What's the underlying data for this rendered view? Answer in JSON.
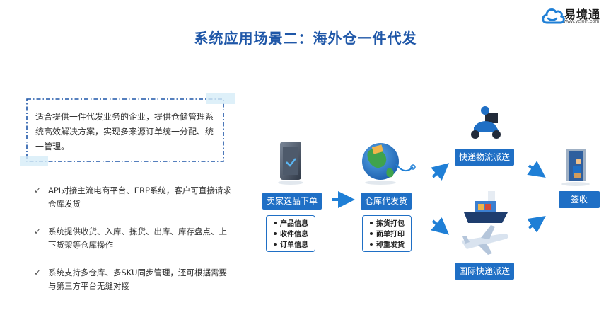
{
  "brand": {
    "name": "易境通",
    "url": "www.yejoin.com"
  },
  "title": "系统应用场景二：海外仓一件代发",
  "intro": "适合提供一件代发业务的企业，提供仓储管理系统高效解决方案，实现多来源订单统一分配、统一管理。",
  "bullets": [
    "API对接主流电商平台、ERP系统，客户可直接请求仓库发货",
    "系统提供收货、入库、拣货、出库、库存盘点、上下货架等仓库操作",
    "系统支持多仓库、多SKU同步管理，还可根据需要与第三方平台无缝对接"
  ],
  "flow": {
    "seller": {
      "label": "卖家选品下单",
      "items": [
        "产品信息",
        "收件信息",
        "订单信息"
      ]
    },
    "warehouse": {
      "label": "仓库代发货",
      "items": [
        "拣货打包",
        "面单打印",
        "称重发货"
      ]
    },
    "express": {
      "label": "快递物流派送"
    },
    "international": {
      "label": "国际快递派送"
    },
    "sign": {
      "label": "签收"
    }
  },
  "colors": {
    "primary": "#1f6fc5",
    "title": "#1f57a8",
    "arrow": "#1f7fd6"
  },
  "icons": [
    "cloud-logo-icon",
    "check-icon",
    "phone-icon",
    "globe-icon",
    "scooter-icon",
    "ship-icon",
    "airplane-icon",
    "door-delivery-icon",
    "arrow-icon"
  ]
}
